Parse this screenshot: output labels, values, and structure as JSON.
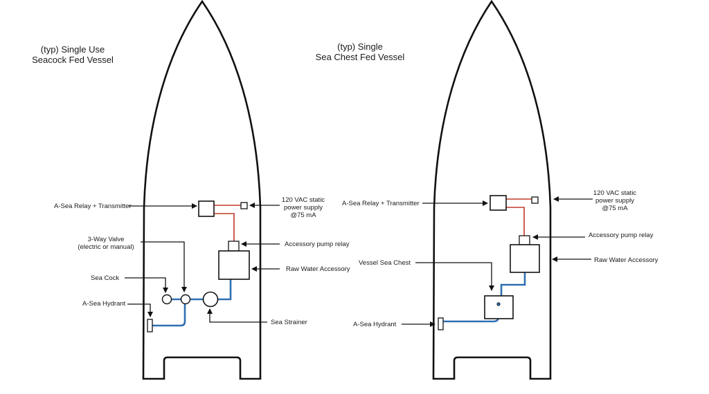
{
  "left": {
    "title_line1": "(typ) Single Use",
    "title_line2": "Seacock Fed Vessel",
    "relay_label": "A-Sea Relay + Transmitter",
    "power_line1": "120 VAC static",
    "power_line2": "power supply",
    "power_line3": "@75 mA",
    "valve_line1": "3-Way Valve",
    "valve_line2": "(electric or manual)",
    "pump_relay_label": "Accessory pump relay",
    "accessory_label": "Raw Water Accessory",
    "seacock_label": "Sea Cock",
    "hydrant_label": "A-Sea Hydrant",
    "strainer_label": "Sea Strainer"
  },
  "right": {
    "title_line1": "(typ) Single",
    "title_line2": "Sea Chest Fed Vessel",
    "relay_label": "A-Sea Relay + Transmitter",
    "power_line1": "120 VAC static",
    "power_line2": "power supply",
    "power_line3": "@75 mA",
    "pump_relay_label": "Accessory pump relay",
    "accessory_label": "Raw Water Accessory",
    "seachest_label": "Vessel Sea Chest",
    "hydrant_label": "A-Sea Hydrant"
  },
  "colors": {
    "outline": "#111111",
    "water_line": "#2e6fb0",
    "power_line": "#c0392b"
  }
}
